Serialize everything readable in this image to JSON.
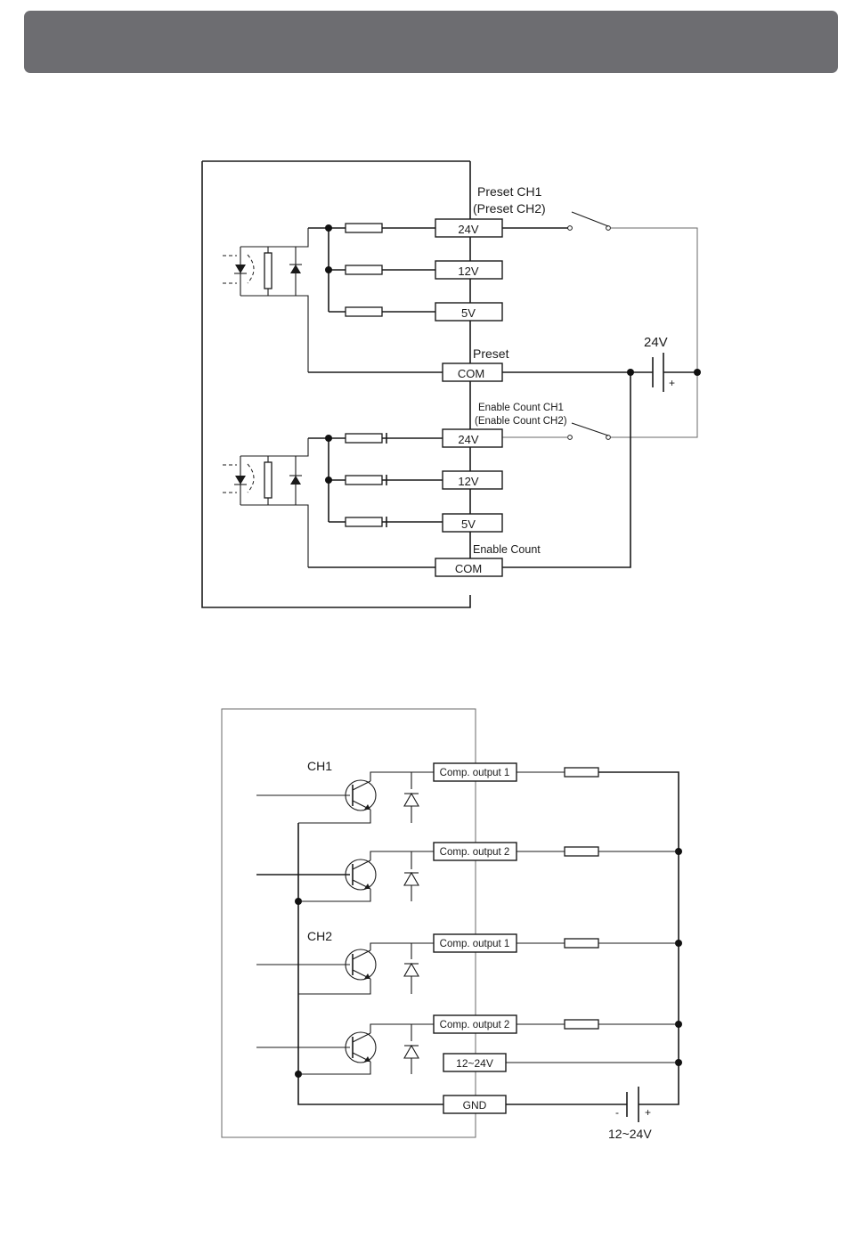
{
  "input_diagram": {
    "terminals": [
      "24V",
      "12V",
      "5V",
      "COM",
      "24V",
      "12V",
      "5V",
      "COM"
    ],
    "labels": {
      "preset_switch_line1": "Preset CH1",
      "preset_switch_line2": "(Preset CH2)",
      "preset_com": "Preset",
      "enable_switch_line1": "Enable Count CH1",
      "enable_switch_line2": "(Enable Count CH2)",
      "enable_com": "Enable Count",
      "battery_voltage": "24V",
      "battery_plus": "+"
    }
  },
  "output_diagram": {
    "channels": [
      "CH1",
      "CH2"
    ],
    "terminals": [
      "Comp. output 1",
      "Comp. output 2",
      "Comp. output 1",
      "Comp. output 2",
      "12~24V",
      "GND"
    ],
    "labels": {
      "battery_minus": "-",
      "battery_plus": "+",
      "battery_voltage": "12~24V"
    }
  }
}
